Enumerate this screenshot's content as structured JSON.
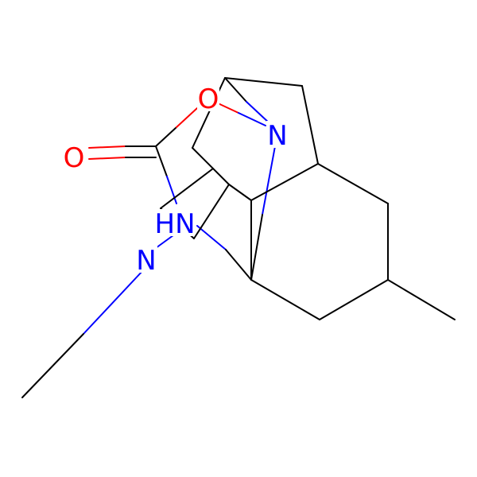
{
  "molecule": {
    "colors": {
      "bond": "#000000",
      "nitrogen": "#0000ff",
      "oxygen": "#ff0000",
      "background": "#ffffff"
    },
    "atoms": [
      {
        "id": "O_carbonyl",
        "symbol": "O",
        "label": "O",
        "color": "#ff0000"
      },
      {
        "id": "O_ring",
        "symbol": "O",
        "label": "O",
        "color": "#ff0000"
      },
      {
        "id": "N_bridge",
        "symbol": "N",
        "label": "N",
        "color": "#0000ff"
      },
      {
        "id": "N_amine",
        "symbol": "NH",
        "label": "HN",
        "color": "#0000ff"
      },
      {
        "id": "N_ethyl",
        "symbol": "N",
        "label": "N",
        "color": "#0000ff"
      }
    ]
  }
}
